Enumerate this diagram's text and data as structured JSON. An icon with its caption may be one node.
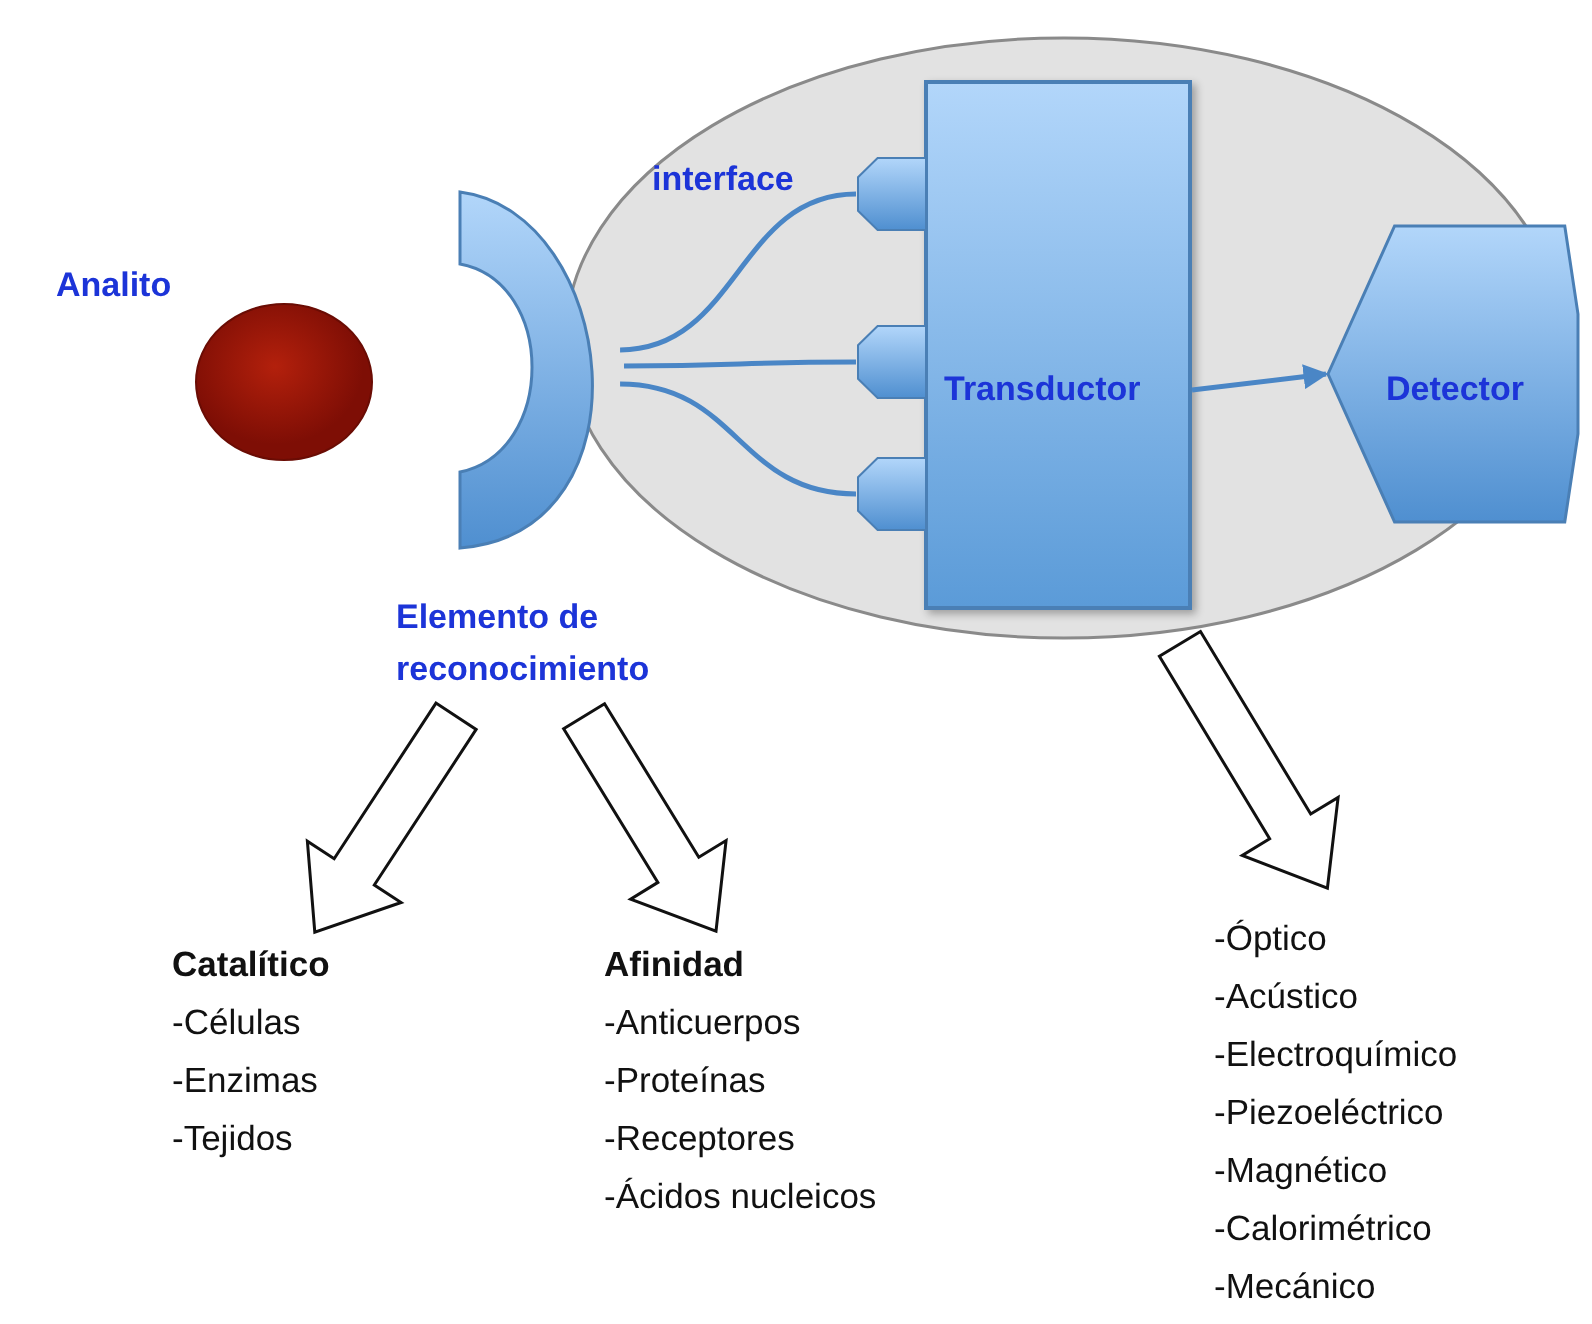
{
  "diagram": {
    "nodes": [
      {
        "text": [],
        "shape": "circle",
        "beside": [
          "Analito"
        ]
      },
      {
        "text": [],
        "shape": "ellipse"
      },
      {
        "text": [
          "Elemento de reconocimiento"
        ]
      },
      {
        "text": [
          "Transductor"
        ],
        "in": 1
      },
      {
        "text": [
          "Detector"
        ]
      },
      {
        "text": [],
        "shape": "hexagon",
        "in": 1
      },
      {
        "text": [],
        "shape": "hexagon",
        "in": 1
      },
      {
        "text": [],
        "shape": "hexagon",
        "in": 1
      },
      {
        "text": [
          "Catalítico",
          "-Células",
          "-Enzimas",
          "-Tejidos"
        ]
      },
      {
        "text": [
          "Afinidad",
          "-Anticuerpos",
          "-Proteínas",
          "-Receptores",
          "-Ácidos nucleicos"
        ]
      },
      {
        "text": [
          "-Óptico",
          "-Acústico",
          "-Electroquímico",
          "-Piezoeléctrico",
          "-Magnético",
          "-Calorimétrico",
          "-Mecánico"
        ]
      }
    ],
    "edges": [
      {
        "from": 2,
        "to": 5,
        "arrow": "none"
      },
      {
        "from": 2,
        "to": 6,
        "arrow": "none"
      },
      {
        "from": 2,
        "to": 7,
        "arrow": "none"
      },
      {
        "from": 3,
        "to": 4,
        "arrow": "to"
      },
      {
        "from": 2,
        "to": 8,
        "arrow": "to",
        "style": "thick"
      },
      {
        "from": 2,
        "to": 9,
        "arrow": "to",
        "style": "thick"
      },
      {
        "from": 3,
        "to": 10,
        "arrow": "to",
        "style": "thick"
      }
    ],
    "labels": [
      "interface"
    ]
  }
}
